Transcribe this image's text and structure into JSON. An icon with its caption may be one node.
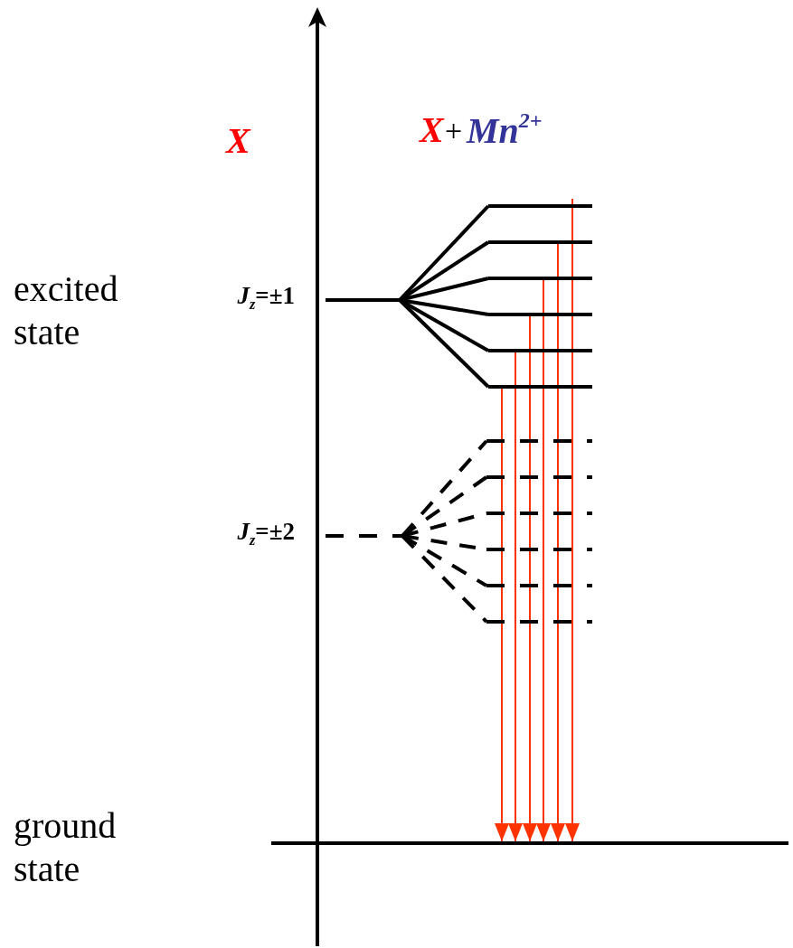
{
  "diagram": {
    "nodes": [
      {
        "text": [],
        "shape": "bar",
        "beside": [
          "*J*$_{z}$=±1"
        ]
      },
      {
        "text": [],
        "shape": "bar"
      },
      {
        "text": [],
        "shape": "bar"
      },
      {
        "text": [],
        "shape": "bar"
      },
      {
        "text": [],
        "shape": "bar"
      },
      {
        "text": [],
        "shape": "bar"
      },
      {
        "text": [],
        "shape": "bar"
      },
      {
        "text": [],
        "shape": "bar",
        "beside": [
          "*J*$_{z}$=±2"
        ]
      },
      {
        "text": [],
        "shape": "bar"
      },
      {
        "text": [],
        "shape": "bar"
      },
      {
        "text": [],
        "shape": "bar"
      },
      {
        "text": [],
        "shape": "bar"
      },
      {
        "text": [],
        "shape": "bar"
      },
      {
        "text": [],
        "shape": "bar"
      },
      {
        "text": [],
        "shape": "bar"
      }
    ],
    "edges": [
      {
        "from": 0,
        "to": 1,
        "arrow": "none"
      },
      {
        "from": 0,
        "to": 2,
        "arrow": "none"
      },
      {
        "from": 0,
        "to": 3,
        "arrow": "none"
      },
      {
        "from": 0,
        "to": 4,
        "arrow": "none"
      },
      {
        "from": 0,
        "to": 5,
        "arrow": "none"
      },
      {
        "from": 0,
        "to": 6,
        "arrow": "none"
      },
      {
        "from": 7,
        "to": 8,
        "arrow": "none",
        "style": "dashed"
      },
      {
        "from": 7,
        "to": 9,
        "arrow": "none",
        "style": "dashed"
      },
      {
        "from": 7,
        "to": 10,
        "arrow": "none",
        "style": "dashed"
      },
      {
        "from": 7,
        "to": 11,
        "arrow": "none",
        "style": "dashed"
      },
      {
        "from": 7,
        "to": 12,
        "arrow": "none",
        "style": "dashed"
      },
      {
        "from": 7,
        "to": 13,
        "arrow": "none",
        "style": "dashed"
      },
      {
        "from": 1,
        "to": 14,
        "arrow": "to",
        "color": "#ff3300"
      },
      {
        "from": 2,
        "to": 14,
        "arrow": "to",
        "color": "#ff3300"
      },
      {
        "from": 3,
        "to": 14,
        "arrow": "to",
        "color": "#ff3300"
      },
      {
        "from": 4,
        "to": 14,
        "arrow": "to",
        "color": "#ff3300"
      },
      {
        "from": 5,
        "to": 14,
        "arrow": "to",
        "color": "#ff3300"
      },
      {
        "from": 6,
        "to": 14,
        "arrow": "to",
        "color": "#ff3300"
      }
    ],
    "labels": [
      "X",
      "X",
      "+",
      "Mn$^{2+}$",
      "excited state",
      "ground state"
    ]
  }
}
